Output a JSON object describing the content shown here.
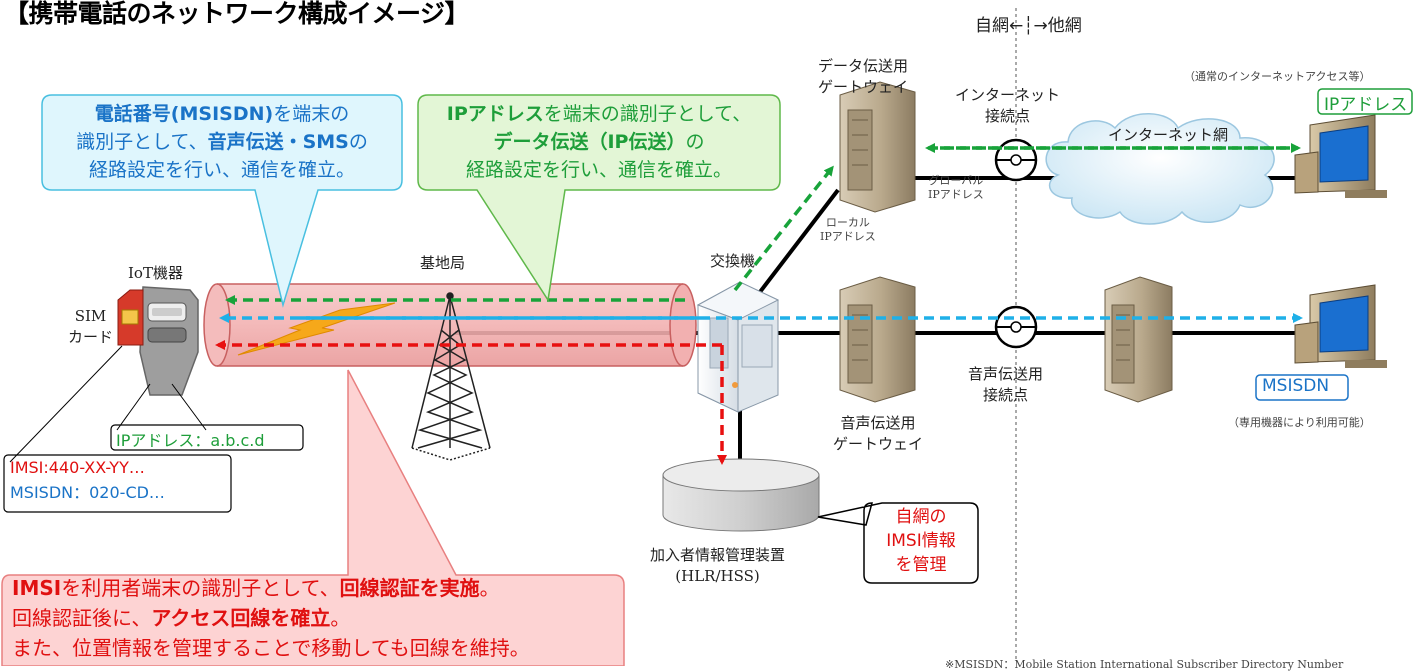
{
  "title": "【携帯電話のネットワーク構成イメージ】",
  "boundary_label": "自網←┆→他網",
  "callouts": {
    "blue": {
      "l1_a": "電話番号(MSISDN)",
      "l1_b": "を端末の",
      "l2_a": "識別子として、",
      "l2_b": "音声伝送・SMS",
      "l2_c": "の",
      "l3": "経路設定を行い、通信を確立。"
    },
    "green": {
      "l1_a": "IPアドレス",
      "l1_b": "を端末の識別子として、",
      "l2_a": "データ伝送（IP伝送）",
      "l2_b": "の",
      "l3": "経路設定を行い、通信を確立。"
    },
    "red": {
      "l1_a": "IMSI",
      "l1_b": "を利用者端末の識別子として、",
      "l1_c": "回線認証を実施",
      "l1_d": "。",
      "l2_a": "回線認証後に、",
      "l2_b": "アクセス回線を確立",
      "l2_c": "。",
      "l3": "また、位置情報を管理することで移動しても回線を維持。"
    },
    "hlr": {
      "l1": "自網の",
      "l2": "IMSI情報",
      "l3": "を管理"
    }
  },
  "labels": {
    "iot": "IoT機器",
    "sim_1": "SIM",
    "sim_2": "カード",
    "base_station": "基地局",
    "switch": "交換機",
    "data_gw_1": "データ伝送用",
    "data_gw_2": "ゲートウェイ",
    "voice_gw_1": "音声伝送用",
    "voice_gw_2": "ゲートウェイ",
    "inet_point_1": "インターネット",
    "inet_point_2": "接続点",
    "voice_point_1": "音声伝送用",
    "voice_point_2": "接続点",
    "internet_net": "インターネット網",
    "global_ip_1": "グローバル",
    "global_ip_2": "IPアドレス",
    "local_ip_1": "ローカル",
    "local_ip_2": "IPアドレス",
    "hlr_1": "加入者情報管理装置",
    "hlr_2": "(HLR/HSS)",
    "inet_access_note": "（通常のインターネットアクセス等）",
    "ip_tag": "IPアドレス",
    "msisdn_tag": "MSISDN",
    "msisdn_note": "（専用機器により利用可能）",
    "ip_addr_box": "IPアドレス：a.b.c.d",
    "imsi_value": "IMSI:440-XX-YY…",
    "msisdn_value": "MSISDN：020-CD…",
    "footnote": "※MSISDN：Mobile Station International Subscriber Directory Number"
  },
  "colors": {
    "blue": "#1a73c7",
    "green": "#1e9e3a",
    "red": "#e01010",
    "blue_callout_fill": "#dff6fd",
    "green_callout_fill": "#e3f6d6",
    "red_callout_fill": "#fdd3d3",
    "tube_fill": "#f2b4b4",
    "arrow_green": "#18a33a",
    "arrow_blue": "#1fb0e8",
    "arrow_red": "#e81010"
  }
}
